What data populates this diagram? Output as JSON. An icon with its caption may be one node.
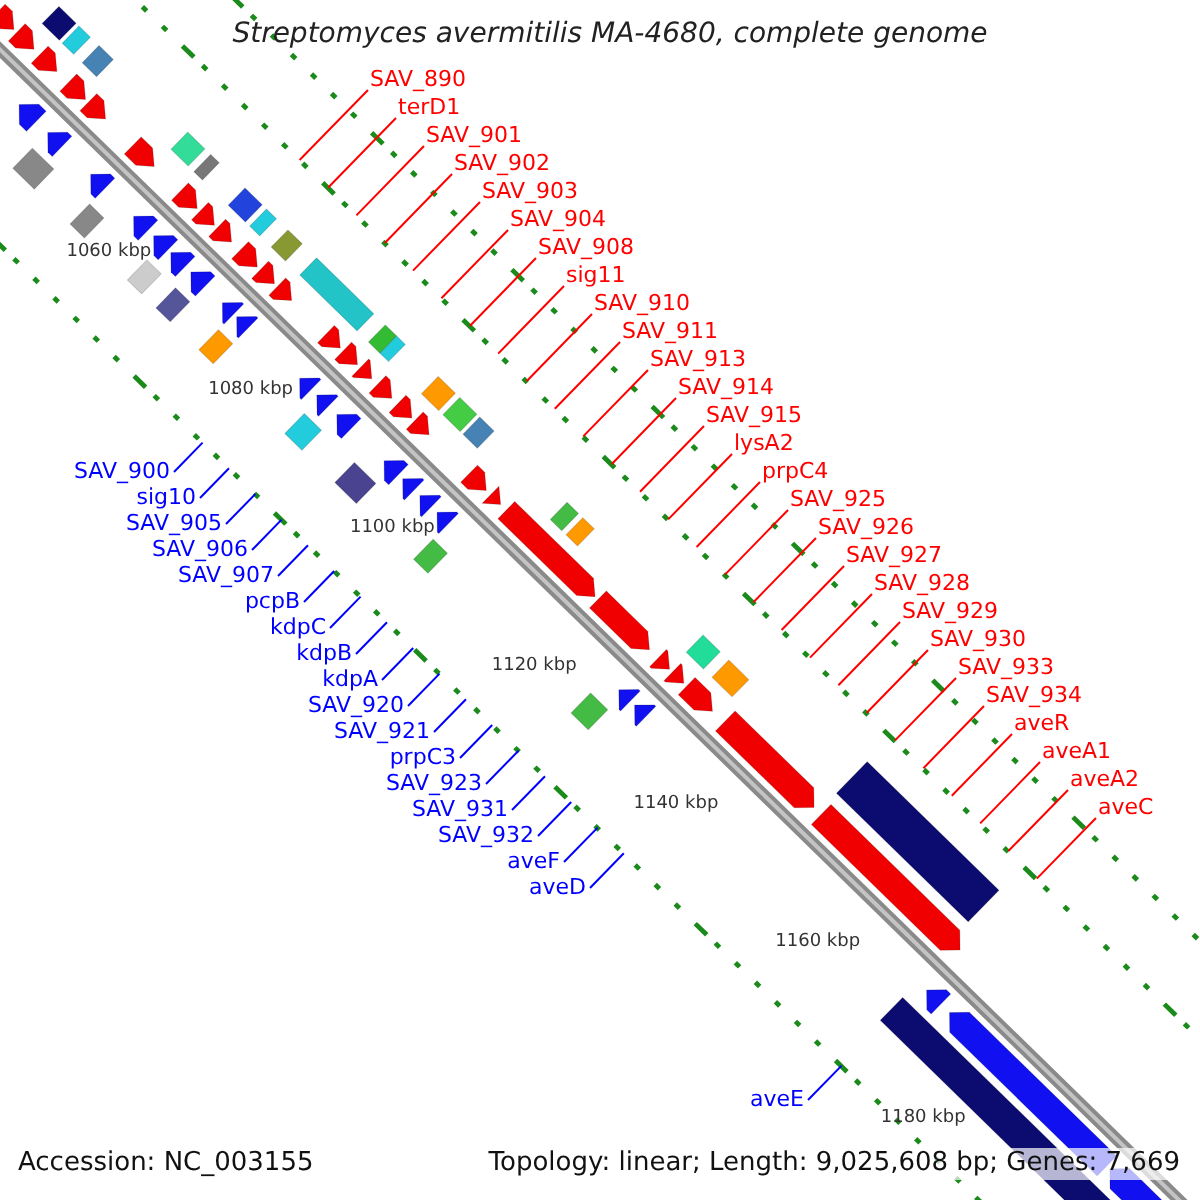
{
  "diagram": {
    "title": "Streptomyces avermitilis MA-4680, complete genome",
    "nodes": [
      {
        "text": [
          "SAV_890"
        ]
      },
      {
        "text": [
          "terD1"
        ]
      },
      {
        "text": [
          "SAV_901"
        ]
      },
      {
        "text": [
          "SAV_902"
        ]
      },
      {
        "text": [
          "SAV_903"
        ]
      },
      {
        "text": [
          "SAV_904"
        ]
      },
      {
        "text": [
          "SAV_908"
        ]
      },
      {
        "text": [
          "sig11"
        ]
      },
      {
        "text": [
          "SAV_910"
        ]
      },
      {
        "text": [
          "SAV_911"
        ]
      },
      {
        "text": [
          "SAV_913"
        ]
      },
      {
        "text": [
          "SAV_914"
        ]
      },
      {
        "text": [
          "SAV_915"
        ]
      },
      {
        "text": [
          "lysA2"
        ]
      },
      {
        "text": [
          "prpC4"
        ]
      },
      {
        "text": [
          "SAV_925"
        ]
      },
      {
        "text": [
          "SAV_926"
        ]
      },
      {
        "text": [
          "SAV_927"
        ]
      },
      {
        "text": [
          "SAV_928"
        ]
      },
      {
        "text": [
          "SAV_929"
        ]
      },
      {
        "text": [
          "SAV_930"
        ]
      },
      {
        "text": [
          "SAV_933"
        ]
      },
      {
        "text": [
          "SAV_934"
        ]
      },
      {
        "text": [
          "aveR"
        ]
      },
      {
        "text": [
          "aveA1"
        ]
      },
      {
        "text": [
          "aveA2"
        ]
      },
      {
        "text": [
          "aveC"
        ]
      },
      {
        "text": [
          "SAV_900"
        ]
      },
      {
        "text": [
          "sig10"
        ]
      },
      {
        "text": [
          "SAV_905"
        ]
      },
      {
        "text": [
          "SAV_906"
        ]
      },
      {
        "text": [
          "SAV_907"
        ]
      },
      {
        "text": [
          "pcpB"
        ]
      },
      {
        "text": [
          "kdpC"
        ]
      },
      {
        "text": [
          "kdpB"
        ]
      },
      {
        "text": [
          "kdpA"
        ]
      },
      {
        "text": [
          "SAV_920"
        ]
      },
      {
        "text": [
          "SAV_921"
        ]
      },
      {
        "text": [
          "prpC3"
        ]
      },
      {
        "text": [
          "SAV_923"
        ]
      },
      {
        "text": [
          "SAV_931"
        ]
      },
      {
        "text": [
          "SAV_932"
        ]
      },
      {
        "text": [
          "aveF"
        ]
      },
      {
        "text": [
          "aveD"
        ]
      },
      {
        "text": [
          "aveE"
        ]
      }
    ],
    "edges": [
      {
        "from": 0,
        "to": null,
        "arrow": "none"
      },
      {
        "from": 1,
        "to": null,
        "arrow": "none"
      },
      {
        "from": 2,
        "to": null,
        "arrow": "none"
      },
      {
        "from": 3,
        "to": null,
        "arrow": "none"
      },
      {
        "from": 4,
        "to": null,
        "arrow": "none"
      },
      {
        "from": 5,
        "to": null,
        "arrow": "none"
      },
      {
        "from": 6,
        "to": null,
        "arrow": "none"
      },
      {
        "from": 7,
        "to": null,
        "arrow": "none"
      },
      {
        "from": 8,
        "to": null,
        "arrow": "none"
      },
      {
        "from": 9,
        "to": null,
        "arrow": "none"
      },
      {
        "from": 10,
        "to": null,
        "arrow": "none"
      },
      {
        "from": 11,
        "to": null,
        "arrow": "none"
      },
      {
        "from": 12,
        "to": null,
        "arrow": "none"
      },
      {
        "from": 13,
        "to": null,
        "arrow": "none"
      },
      {
        "from": 14,
        "to": null,
        "arrow": "none"
      },
      {
        "from": 15,
        "to": null,
        "arrow": "none"
      },
      {
        "from": 16,
        "to": null,
        "arrow": "none"
      },
      {
        "from": 17,
        "to": null,
        "arrow": "none"
      },
      {
        "from": 18,
        "to": null,
        "arrow": "none"
      },
      {
        "from": 19,
        "to": null,
        "arrow": "none"
      },
      {
        "from": 20,
        "to": null,
        "arrow": "none"
      },
      {
        "from": 21,
        "to": null,
        "arrow": "none"
      },
      {
        "from": 22,
        "to": null,
        "arrow": "none"
      },
      {
        "from": 23,
        "to": null,
        "arrow": "none"
      },
      {
        "from": 24,
        "to": null,
        "arrow": "none"
      },
      {
        "from": 25,
        "to": null,
        "arrow": "none"
      },
      {
        "from": 26,
        "to": null,
        "arrow": "none"
      },
      {
        "from": 27,
        "to": null,
        "arrow": "none",
        "color": "#0000ff"
      },
      {
        "from": 28,
        "to": null,
        "arrow": "none",
        "color": "#0000ff"
      },
      {
        "from": 29,
        "to": null,
        "arrow": "none",
        "color": "#0000ff"
      },
      {
        "from": 30,
        "to": null,
        "arrow": "none",
        "color": "#0000ff"
      },
      {
        "from": 31,
        "to": null,
        "arrow": "none",
        "color": "#0000ff"
      },
      {
        "from": 32,
        "to": null,
        "arrow": "none",
        "color": "#0000ff"
      },
      {
        "from": 33,
        "to": null,
        "arrow": "none",
        "color": "#0000ff"
      },
      {
        "from": 34,
        "to": null,
        "arrow": "none",
        "color": "#0000ff"
      },
      {
        "from": 35,
        "to": null,
        "arrow": "none",
        "color": "#0000ff"
      },
      {
        "from": 36,
        "to": null,
        "arrow": "none",
        "color": "#0000ff"
      },
      {
        "from": 37,
        "to": null,
        "arrow": "none",
        "color": "#0000ff"
      },
      {
        "from": 38,
        "to": null,
        "arrow": "none",
        "color": "#0000ff"
      },
      {
        "from": 39,
        "to": null,
        "arrow": "none",
        "color": "#0000ff"
      },
      {
        "from": 40,
        "to": null,
        "arrow": "none",
        "color": "#0000ff"
      },
      {
        "from": 41,
        "to": null,
        "arrow": "none",
        "color": "#0000ff"
      },
      {
        "from": 42,
        "to": null,
        "arrow": "none",
        "color": "#0000ff"
      },
      {
        "from": 43,
        "to": null,
        "arrow": "none",
        "color": "#0000ff"
      },
      {
        "from": 44,
        "to": null,
        "arrow": "none",
        "color": "#0000ff"
      }
    ],
    "labels": [
      "1060 kbp",
      "1080 kbp",
      "1100 kbp",
      "1120 kbp",
      "1140 kbp",
      "1160 kbp",
      "1180 kbp",
      "Accession: NC_003155",
      "Topology: linear; Length: 9,025,608 bp; Genes: 7,669"
    ]
  }
}
